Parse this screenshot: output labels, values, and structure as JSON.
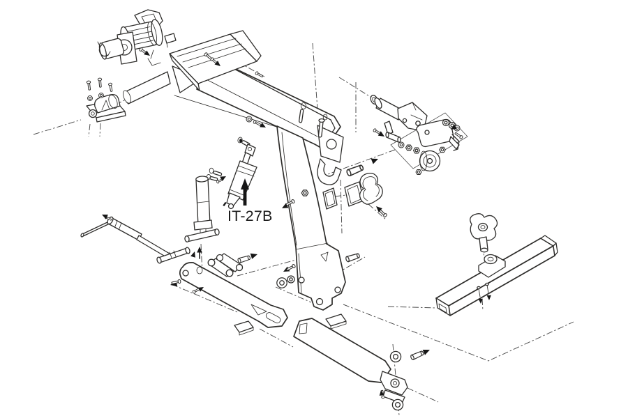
{
  "page": {
    "background_color": "#ffffff",
    "line_color": "#2e2d2b"
  },
  "diagram": {
    "type": "exploded-parts-diagram",
    "subject": "hoist-frame-assembly",
    "callout": {
      "label": "IT-27B",
      "arrow_direction": "up",
      "points_to": "hydraulic-cylinder"
    },
    "parts": [
      {
        "id": "winch-assembly",
        "name": "winch with drum and motor"
      },
      {
        "id": "winch-mount-saddle",
        "name": "winch mount saddle plate"
      },
      {
        "id": "main-frame",
        "name": "main frame with boom and mast"
      },
      {
        "id": "boom-head",
        "name": "boom head bracket and hook"
      },
      {
        "id": "axle-bracket",
        "name": "axle mount bracket with bolts"
      },
      {
        "id": "boom-extension",
        "name": "boom extension tube with clevis"
      },
      {
        "id": "roller-assembly",
        "name": "roller wheel lever assembly"
      },
      {
        "id": "pins-and-plates",
        "name": "clevis pins, hitch clip and plates"
      },
      {
        "id": "hydraulic-cylinder",
        "name": "hydraulic cylinder IT-27B"
      },
      {
        "id": "support-post",
        "name": "support post with T-bar"
      },
      {
        "id": "jack-handle",
        "name": "jack handle with T-grip"
      },
      {
        "id": "left-leg-assembly",
        "name": "left leg with pivot links"
      },
      {
        "id": "front-leg-beam",
        "name": "front leg beam with clevis and washers"
      },
      {
        "id": "cross-beam",
        "name": "stabilizer cross beam with T-knob"
      },
      {
        "id": "fasteners",
        "name": "assorted bolts, washers and nuts"
      }
    ]
  }
}
